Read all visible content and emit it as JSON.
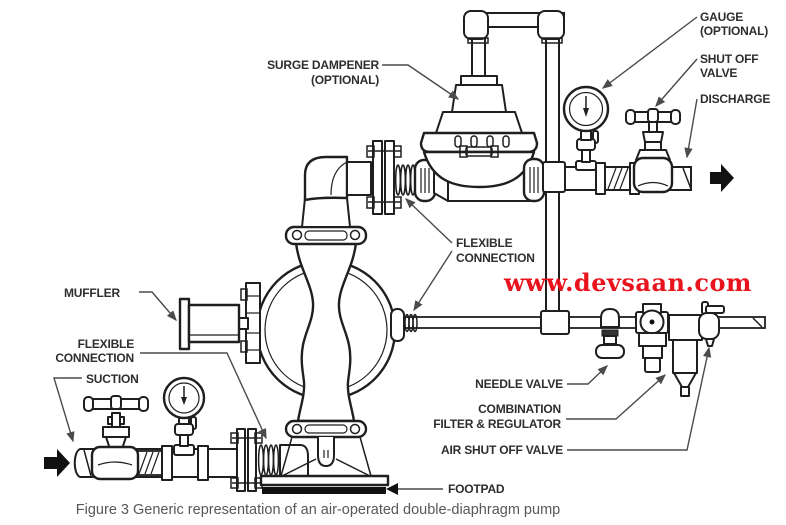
{
  "figure": {
    "caption": "Figure 3 Generic representation of an air-operated double-diaphragm pump",
    "watermark": "www.devsaan.com"
  },
  "labels": {
    "gauge": [
      "GAUGE",
      "(OPTIONAL)"
    ],
    "shut_off_valve": [
      "SHUT OFF",
      "VALVE"
    ],
    "discharge": "DISCHARGE",
    "surge_dampener": [
      "SURGE DAMPENER",
      "(OPTIONAL)"
    ],
    "flexible_connection_right": [
      "FLEXIBLE",
      "CONNECTION"
    ],
    "muffler": "MUFFLER",
    "flexible_connection_left": [
      "FLEXIBLE",
      "CONNECTION"
    ],
    "suction": "SUCTION",
    "needle_valve": "NEEDLE VALVE",
    "combination_filter_regulator": [
      "COMBINATION",
      "FILTER & REGULATOR"
    ],
    "air_shut_off_valve": "AIR SHUT OFF VALVE",
    "footpad": "FOOTPAD"
  },
  "colors": {
    "ink": "#1f1f1f",
    "label_text": "#2e2e2e",
    "leader_line": "#4b4b4b",
    "watermark_red": "#e8131d",
    "caption_gray": "#57585a"
  }
}
